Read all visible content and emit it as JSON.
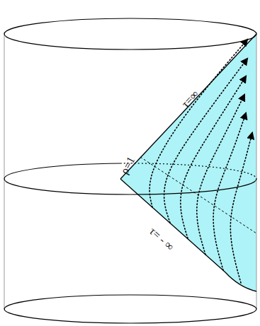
{
  "diagram": {
    "labels": [
      "τ=∞",
      "ρ=1",
      "τ= - ∞"
    ]
  }
}
